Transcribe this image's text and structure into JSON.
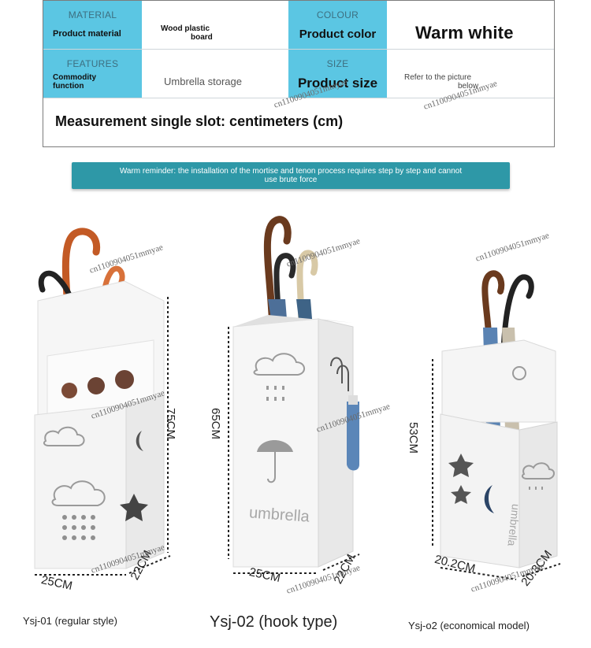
{
  "spec_table": {
    "row1": {
      "material_caption": "MATERIAL",
      "material_label": "Product material",
      "material_value_line1": "Wood plastic",
      "material_value_line2": "board",
      "colour_caption": "COLOUR",
      "colour_label": "Product color",
      "colour_value": "Warm white"
    },
    "row2": {
      "features_caption": "FEATURES",
      "features_label_line1": "Commodity",
      "features_label_line2": "function",
      "features_value": "Umbrella storage",
      "size_caption": "SIZE",
      "size_label": "Product size",
      "size_value_line1": "Refer to the picture",
      "size_value_line2": "below"
    },
    "measurement_note": "Measurement single slot: centimeters (cm)"
  },
  "banner": {
    "line1": "Warm reminder: the installation of the mortise and tenon process requires step by step and cannot",
    "line2": "use brute force"
  },
  "products": [
    {
      "caption": "Ysj-01 (regular style)",
      "height": "75CM",
      "width": "25CM",
      "depth": "22CM"
    },
    {
      "caption": "Ysj-02 (hook type)",
      "height": "65CM",
      "width": "25CM",
      "depth": "22CM",
      "panel_text": "umbrella"
    },
    {
      "caption": "Ysj-o2 (economical model)",
      "height": "53CM",
      "width": "20.2CM",
      "depth": "20.3CM",
      "panel_text": "umbrella"
    }
  ],
  "watermark": "cn1100904051mmyae",
  "colors": {
    "teal_header": "#5bc6e3",
    "banner": "#2e98a7",
    "stand_white": "#f6f6f6"
  }
}
